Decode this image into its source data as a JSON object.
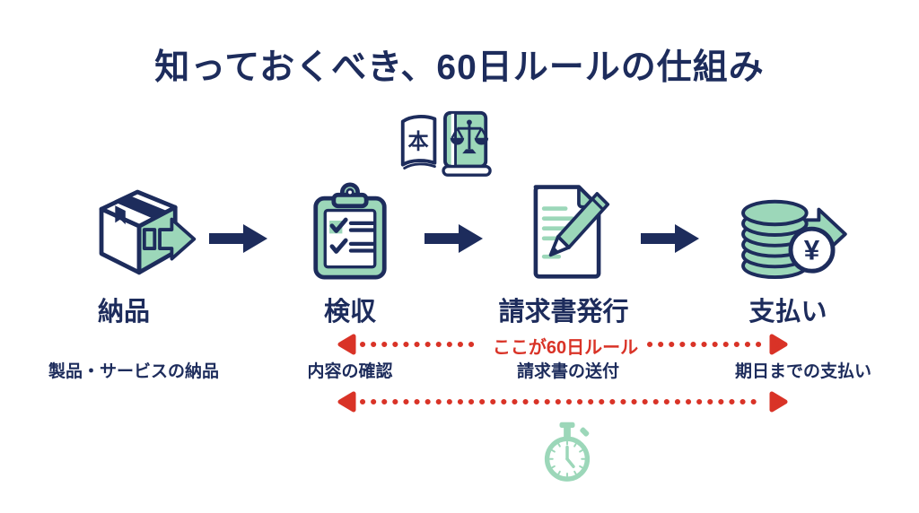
{
  "title": "知っておくべき、60日ルールの仕組み",
  "colors": {
    "navy": "#1d2c5c",
    "mint": "#9cd7b9",
    "red": "#d93327",
    "background": "#ffffff"
  },
  "law_book": {
    "icon": "law-book-icon",
    "cover_char": "本"
  },
  "flow": {
    "arrow_icon": "flow-arrow-icon"
  },
  "steps": [
    {
      "icon": "package-icon",
      "label": "納品",
      "sublabel": "製品・サービスの納品"
    },
    {
      "icon": "clipboard-checklist-icon",
      "label": "検収",
      "sublabel": "内容の確認"
    },
    {
      "icon": "invoice-pen-icon",
      "label": "請求書発行",
      "sublabel": "請求書の送付"
    },
    {
      "icon": "coins-yen-icon",
      "label": "支払い",
      "sublabel": "期日までの支払い"
    }
  ],
  "payment_icon": {
    "currency_symbol": "¥"
  },
  "rule_annotation": {
    "label": "ここが60日ルール"
  },
  "timer": {
    "icon": "stopwatch-icon"
  }
}
